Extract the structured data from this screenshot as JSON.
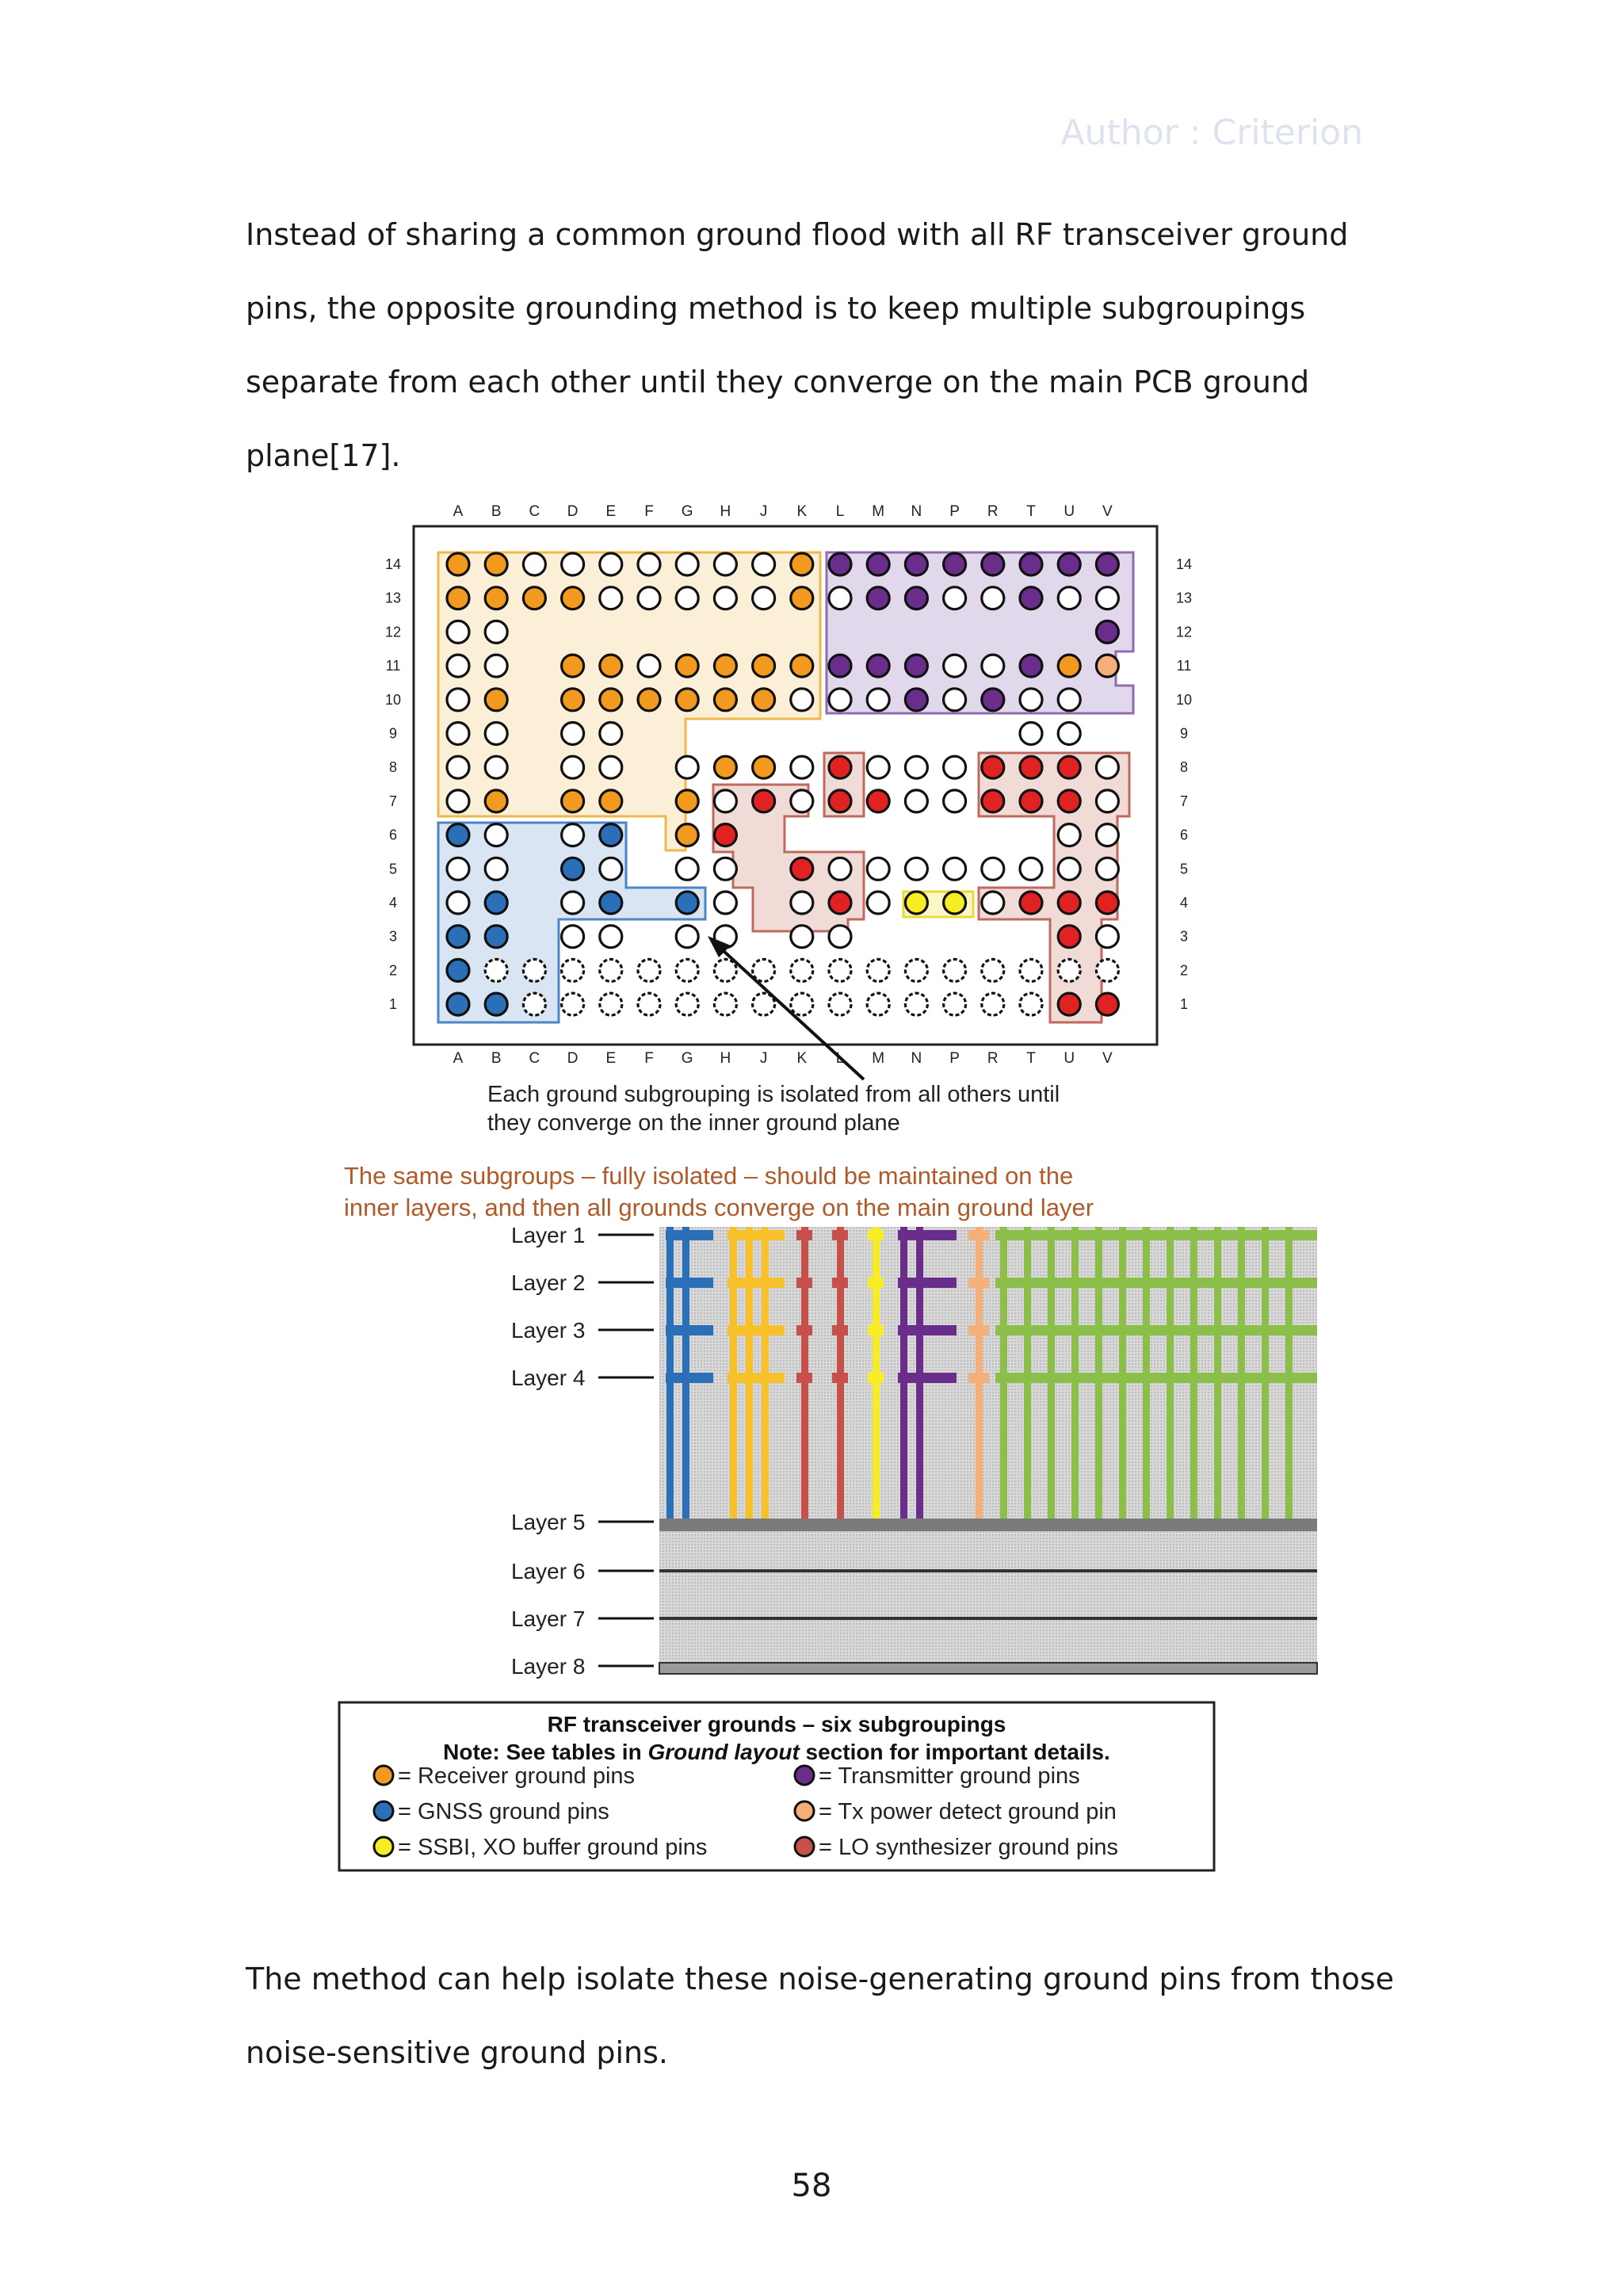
{
  "header": {
    "watermark": "Author : Criterion"
  },
  "paragraphs": [
    "Instead of sharing a common ground flood with all RF transceiver ground pins, the opposite grounding method is to keep multiple subgroupings separate from each other until they converge on the main PCB ground plane[17].",
    "The method can help isolate these noise-generating ground pins from those noise-sensitive ground pins."
  ],
  "figure": {
    "columns": [
      "A",
      "B",
      "C",
      "D",
      "E",
      "F",
      "G",
      "H",
      "J",
      "K",
      "L",
      "M",
      "N",
      "P",
      "R",
      "T",
      "U",
      "V"
    ],
    "rows": [
      "14",
      "13",
      "12",
      "11",
      "10",
      "9",
      "8",
      "7",
      "6",
      "5",
      "4",
      "3",
      "2",
      "1"
    ],
    "pin_map": [
      "OOwwwwwwwOPPPPPPPP",
      "OOOOwwwwwOwPPwwPww",
      "ww...............Pw",
      "ww.OOwOOOOPPPwwPOx",
      "wO.OOOOOOwwwPwPww",
      "ww.ww..........ww",
      "ww.ww.wOOwRwwwRRRw",
      "wO.OO.OwRwRRwwRRRw",
      "Bw.wB.OR........ww",
      "ww.Bw.ww.RwwwwwwwW",
      "wB.wB.Bw.wRwYYwRRRw",
      "BB.ww.ww.ww.....Rw",
      "Bwwwwwwwwwwwwwwwww",
      "BBwwwwwwwwwwwwwwRR"
    ],
    "annotation": "Each ground subgrouping is isolated from all others until they converge on the inner ground plane",
    "cross_section_caption": "The same subgroups – fully isolated – should be maintained on the inner layers, and then all grounds converge on the main ground layer",
    "layers": [
      "Layer 1",
      "Layer 2",
      "Layer 3",
      "Layer 4",
      "Layer 5",
      "Layer 6",
      "Layer 7",
      "Layer 8"
    ],
    "legend": {
      "title": "RF transceiver grounds – six subgroupings",
      "note_prefix": "Note: See tables in ",
      "note_italic": "Ground layout",
      "note_suffix": " section for important details.",
      "items": [
        {
          "label": "= Receiver ground pins",
          "color": "#f29a1f"
        },
        {
          "label": "= Transmitter ground pins",
          "color": "#6a2d8c"
        },
        {
          "label": "= GNSS ground pins",
          "color": "#2a6fb8"
        },
        {
          "label": "= Tx power detect ground pin",
          "color": "#f5b07a"
        },
        {
          "label": "= SSBI, XO buffer ground pins",
          "color": "#f6ee22"
        },
        {
          "label": "= LO synthesizer ground pins",
          "color": "#c8504a"
        }
      ]
    }
  },
  "page_number": "58"
}
